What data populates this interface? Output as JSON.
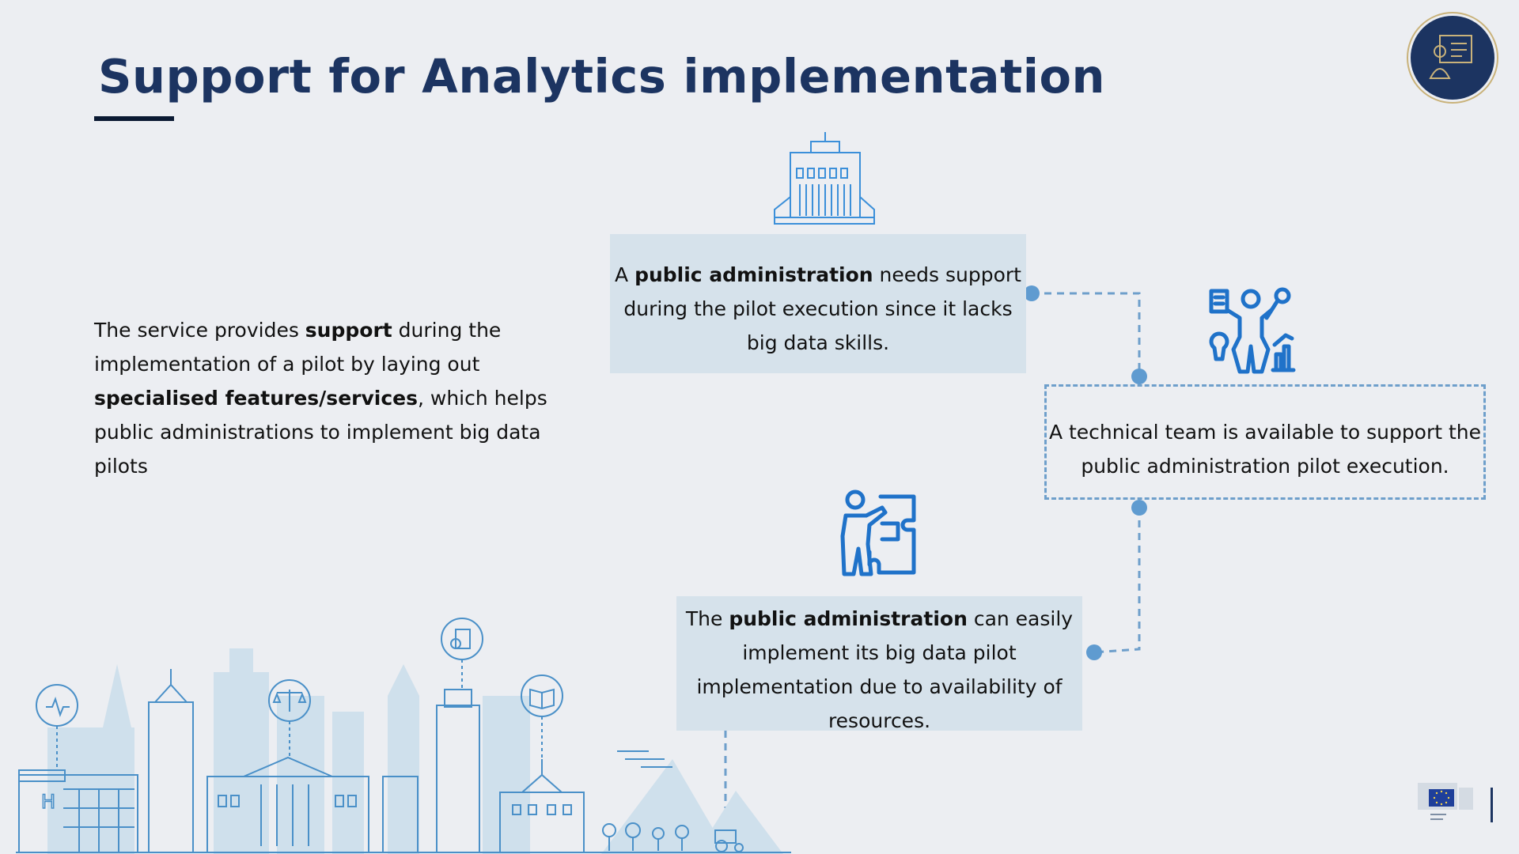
{
  "header": {
    "title": "Support for Analytics implementation"
  },
  "intro": {
    "t1": "The service provides ",
    "b1": "support",
    "t2": " during the implementation of a pilot by laying out ",
    "b2": "specialised features/services",
    "t3": ", which helps public administrations to implement big data pilots"
  },
  "steps": [
    {
      "icon": "government-building-icon",
      "pre": "A ",
      "bold": "public administration",
      "post": " needs support during the pilot execution since it lacks big data skills."
    },
    {
      "icon": "technical-team-icon",
      "text": "A technical team is available to support the public administration pilot execution."
    },
    {
      "icon": "person-puzzle-icon",
      "pre": "The ",
      "bold": "public administration",
      "post": " can easily implement its big data pilot implementation due to availability of resources."
    }
  ],
  "skyline_icons": [
    "heart-rate-icon",
    "justice-scales-icon",
    "document-search-icon",
    "open-book-icon"
  ],
  "footer": {
    "logo_icon": "european-commission-logo"
  },
  "colors": {
    "title": "#1c3461",
    "accent": "#3b8fd9",
    "dashed": "#6e9fcb",
    "card": "#d6e2eb",
    "background": "#eceef2"
  }
}
